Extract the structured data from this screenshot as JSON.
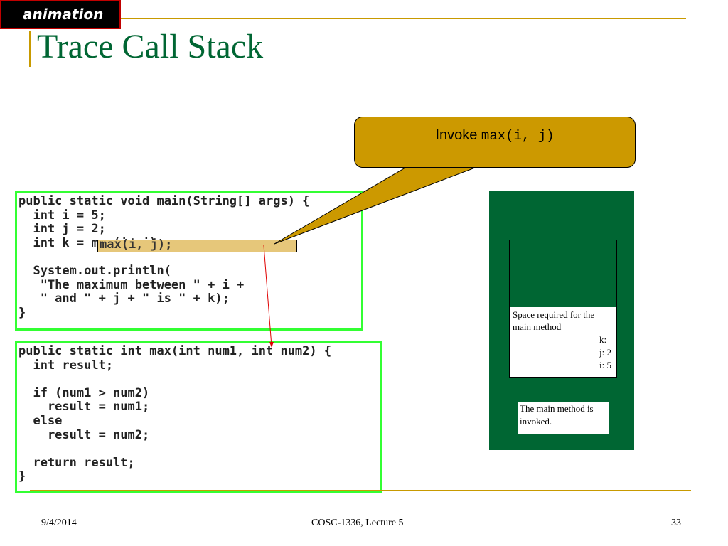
{
  "header": {
    "tag": "animation",
    "title": "Trace Call Stack"
  },
  "callout": {
    "text": "Invoke ",
    "code": "max(i, j)"
  },
  "code": {
    "main_method": "public static void main(String[] args) {\n  int i = 5;\n  int j = 2;\n  int k = max(i, j);\n\n  System.out.println(\n   \"The maximum between \" + i +\n   \" and \" + j + \" is \" + k);\n}",
    "highlight": "max(i, j);",
    "max_method": "public static int max(int num1, int num2) {\n  int result;\n\n  if (num1 > num2)\n    result = num1;\n  else\n    result = num2;\n\n  return result;\n}"
  },
  "stack": {
    "frame_label": "Space required for the main method",
    "vars": [
      "k:",
      "j: 2",
      "i: 5"
    ],
    "note": "The main method is invoked."
  },
  "footer": {
    "date": "9/4/2014",
    "course": "COSC-1336, Lecture 5",
    "page": "33"
  }
}
